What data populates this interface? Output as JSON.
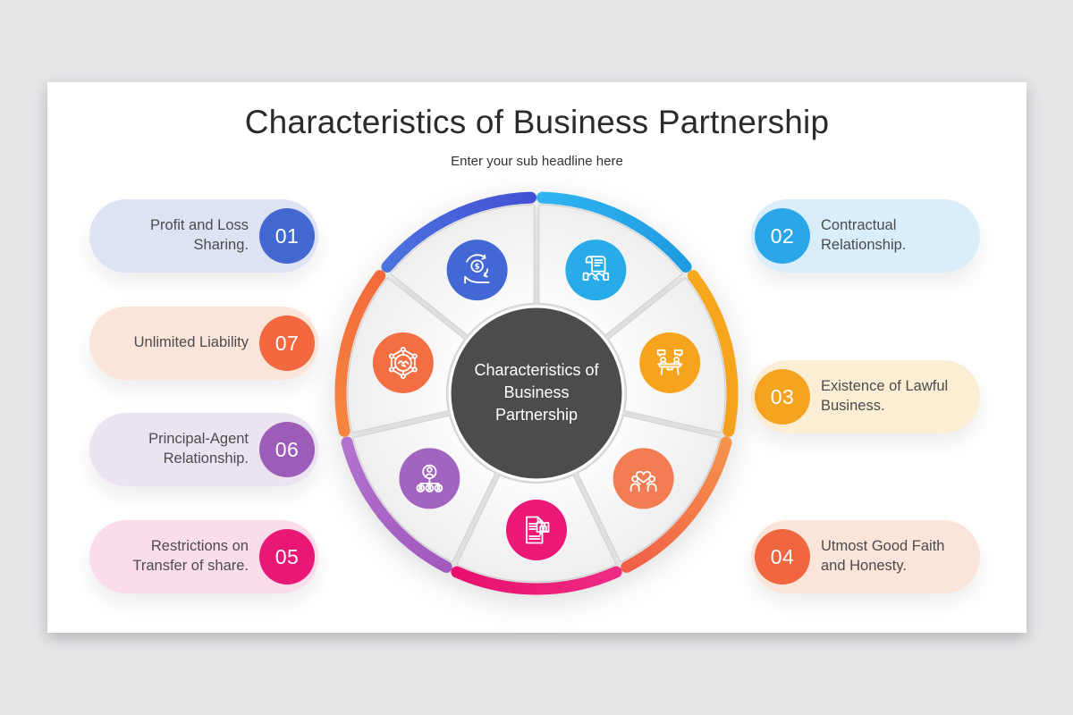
{
  "page": {
    "background": "#E7E5E8",
    "slide_background": "#FFFFFF"
  },
  "header": {
    "title": "Characteristics of Business Partnership",
    "subtitle": "Enter your sub headline here"
  },
  "left_items": [
    {
      "number": "01",
      "label": "Profit and Loss Sharing.",
      "circle_color": "#4169D1",
      "pill_color": "#DEE3F4"
    },
    {
      "number": "07",
      "label": "Unlimited Liability",
      "circle_color": "#F4683F",
      "pill_color": "#FBE4D9"
    },
    {
      "number": "06",
      "label": "Principal-Agent Relationship.",
      "circle_color": "#9C5CB8",
      "pill_color": "#ECE3F1"
    },
    {
      "number": "05",
      "label": "Restrictions on Transfer of share.",
      "circle_color": "#E91877",
      "pill_color": "#FADCEA"
    }
  ],
  "right_items": [
    {
      "number": "02",
      "label": "Contractual Relationship.",
      "circle_color": "#29A7E8",
      "pill_color": "#D9EEFA"
    },
    {
      "number": "03",
      "label": "Existence of Lawful Business.",
      "circle_color": "#F5A41F",
      "pill_color": "#FCEDD5"
    },
    {
      "number": "04",
      "label": "Utmost Good Faith and Honesty.",
      "circle_color": "#F1663F",
      "pill_color": "#FBE4DA"
    }
  ],
  "wheel": {
    "center_text": "Characteristics of Business Partnership",
    "center_color": "#4C4C4C",
    "segments": [
      {
        "name": "contractual-relationship",
        "icon": "contract-icon",
        "arc_color": "#2FB4F1",
        "arc_color2": "#1E9ADF",
        "circle_color": "#29ABE9"
      },
      {
        "name": "lawful-business",
        "icon": "meeting-icon",
        "arc_color": "#F6A91B",
        "arc_color2": "#F5A01F",
        "circle_color": "#F6A41E"
      },
      {
        "name": "good-faith",
        "icon": "trust-icon",
        "arc_color": "#F5944C",
        "arc_color2": "#F15E46",
        "circle_color": "#F47C52"
      },
      {
        "name": "transfer-restrictions",
        "icon": "restricted-document-icon",
        "arc_color": "#EE2C85",
        "arc_color2": "#E90E6E",
        "circle_color": "#EC1878"
      },
      {
        "name": "principal-agent",
        "icon": "hierarchy-icon",
        "arc_color": "#A257BD",
        "arc_color2": "#B273CF",
        "circle_color": "#A164C0"
      },
      {
        "name": "unlimited-liability",
        "icon": "network-handshake-icon",
        "arc_color": "#F6873F",
        "arc_color2": "#F2693C",
        "circle_color": "#F46E44"
      },
      {
        "name": "profit-sharing",
        "icon": "money-hand-icon",
        "arc_color": "#4B74DE",
        "arc_color2": "#4450D5",
        "circle_color": "#4467D6"
      }
    ]
  }
}
